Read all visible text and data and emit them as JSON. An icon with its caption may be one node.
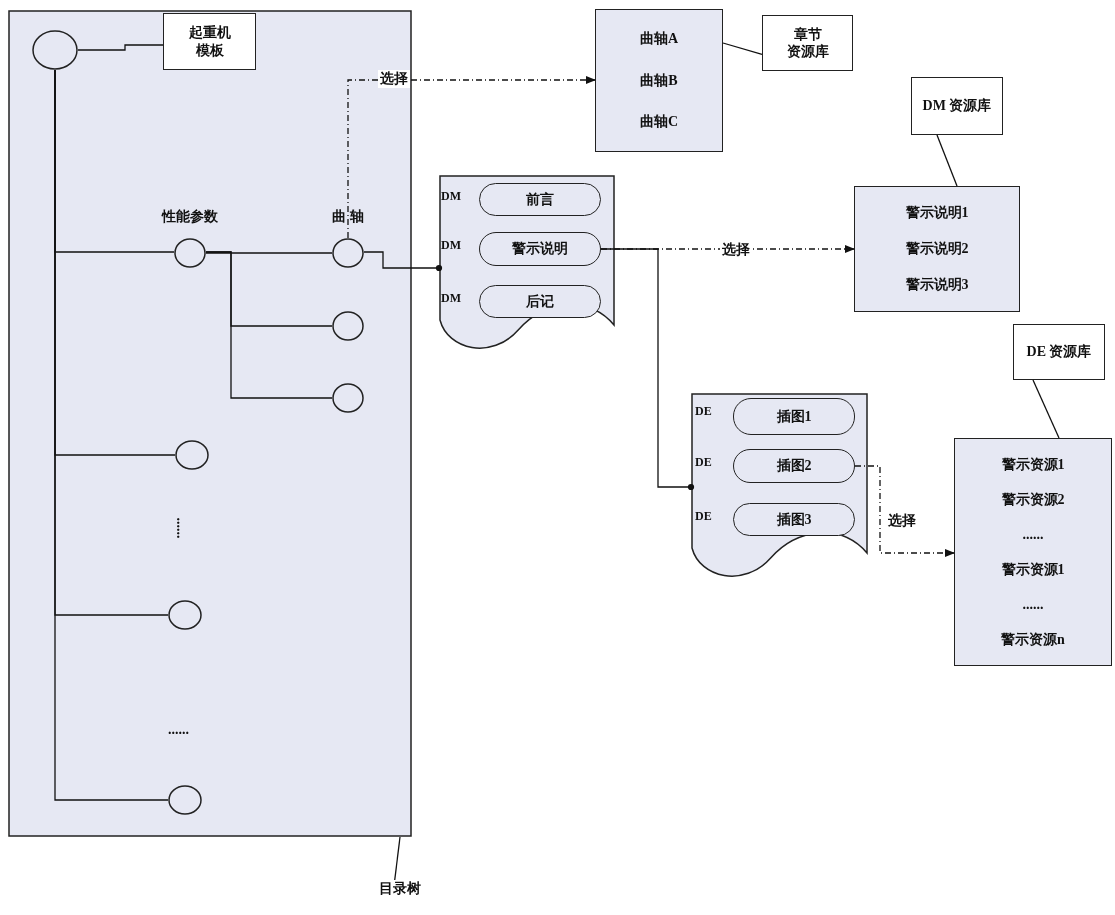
{
  "diagram": {
    "nodes": [
      {
        "text": [],
        "shape": "box"
      },
      {
        "text": [],
        "shape": "circle",
        "in": 0
      },
      {
        "text": [
          "起重机模板"
        ],
        "in": 0
      },
      {
        "text": [
          "性能参数"
        ],
        "in": 0
      },
      {
        "text": [
          "曲 轴"
        ],
        "in": 0
      },
      {
        "text": [],
        "shape": "circle",
        "in": 0
      },
      {
        "text": [],
        "shape": "circle",
        "in": 0
      },
      {
        "text": [],
        "shape": "circle",
        "in": 0
      },
      {
        "text": [],
        "shape": "circle",
        "in": 0
      },
      {
        "text": [],
        "shape": "circle",
        "in": 0
      },
      {
        "text": [
          "曲轴A",
          "曲轴B",
          "曲轴C"
        ]
      },
      {
        "text": [
          "章节资源库"
        ]
      },
      {
        "text": [],
        "shape": "document"
      },
      {
        "text": [
          "前言"
        ],
        "beside": [
          "DM"
        ],
        "in": 12
      },
      {
        "text": [
          "警示说明"
        ],
        "beside": [
          "DM"
        ],
        "in": 12
      },
      {
        "text": [
          "后记"
        ],
        "beside": [
          "DM"
        ],
        "in": 12
      },
      {
        "text": [
          "DM 资源库"
        ]
      },
      {
        "text": [
          "警示说明1",
          "警示说明2",
          "警示说明3"
        ]
      },
      {
        "text": [
          "DE 资源库"
        ]
      },
      {
        "text": [],
        "shape": "document"
      },
      {
        "text": [
          "插图1"
        ],
        "beside": [
          "DE"
        ],
        "in": 19
      },
      {
        "text": [
          "插图2"
        ],
        "beside": [
          "DE"
        ],
        "in": 19
      },
      {
        "text": [
          "插图3"
        ],
        "beside": [
          "DE"
        ],
        "in": 19
      },
      {
        "text": [
          "警示资源1",
          "警示资源2",
          "......",
          "警示资源1",
          "......",
          "警示资源n"
        ]
      },
      {
        "text": [
          "目录树"
        ]
      }
    ],
    "edges": [
      {
        "from": 1,
        "to": 2,
        "arrow": "none"
      },
      {
        "from": 1,
        "to": 3,
        "arrow": "none"
      },
      {
        "from": 1,
        "to": 7,
        "arrow": "none"
      },
      {
        "from": 1,
        "to": 8,
        "arrow": "none"
      },
      {
        "from": 1,
        "to": 9,
        "arrow": "none"
      },
      {
        "from": 3,
        "to": 4,
        "arrow": "none"
      },
      {
        "from": 3,
        "to": 5,
        "arrow": "none"
      },
      {
        "from": 3,
        "to": 6,
        "arrow": "none"
      },
      {
        "from": 4,
        "to": 10,
        "arrow": "to",
        "label": "选择",
        "style": "dashed"
      },
      {
        "from": 4,
        "to": 12,
        "arrow": "other"
      },
      {
        "from": 11,
        "to": 10,
        "arrow": "none"
      },
      {
        "from": 14,
        "to": 17,
        "arrow": "to",
        "label": "选择",
        "style": "dashed"
      },
      {
        "from": 14,
        "to": 19,
        "arrow": "other"
      },
      {
        "from": 16,
        "to": 17,
        "arrow": "none"
      },
      {
        "from": 21,
        "to": 23,
        "arrow": "to",
        "label": "选择",
        "style": "dashed"
      },
      {
        "from": 18,
        "to": 23,
        "arrow": "none"
      },
      {
        "from": 24,
        "to": 0,
        "arrow": "none"
      }
    ],
    "labels": [
      "......",
      "......"
    ]
  }
}
